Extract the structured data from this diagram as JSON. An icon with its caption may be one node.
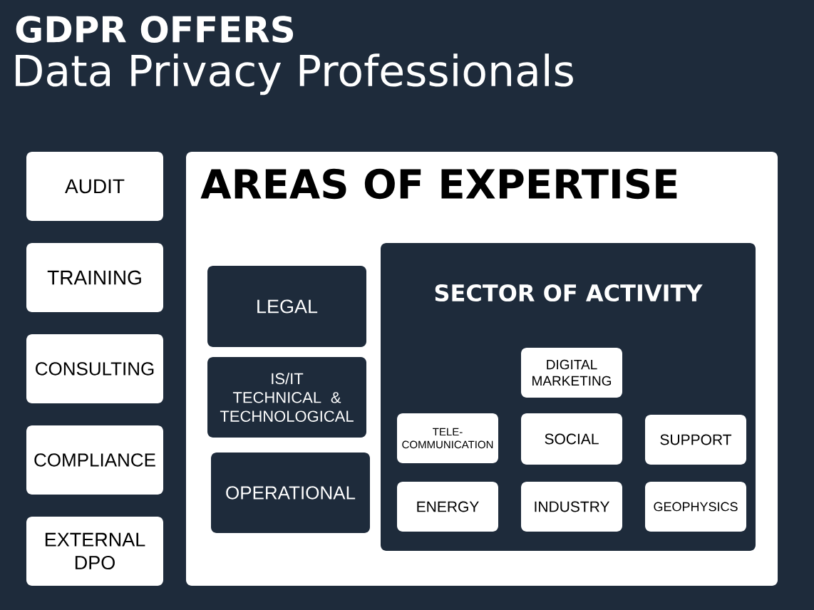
{
  "diagram": {
    "title": "GDPR OFFERS",
    "nodes": [
      {
        "text": [
          "AUDIT"
        ]
      },
      {
        "text": [
          "TRAINING"
        ]
      },
      {
        "text": [
          "CONSULTING"
        ]
      },
      {
        "text": [
          "COMPLIANCE"
        ]
      },
      {
        "text": [
          "EXTERNAL DPO"
        ]
      },
      {
        "text": [
          "AREAS OF EXPERTISE"
        ]
      },
      {
        "text": [
          "LEGAL"
        ],
        "in": 5
      },
      {
        "text": [
          "IS/IT TECHNICAL & TECHNOLOGICAL"
        ],
        "in": 5
      },
      {
        "text": [
          "OPERATIONAL"
        ],
        "in": 5
      },
      {
        "text": [
          "SECTOR OF ACTIVITY"
        ],
        "in": 5
      },
      {
        "text": [
          "DIGITAL MARKETING"
        ],
        "in": 9
      },
      {
        "text": [
          "TELE- COMMUNICATION"
        ],
        "in": 9
      },
      {
        "text": [
          "SOCIAL"
        ],
        "in": 9
      },
      {
        "text": [
          "SUPPORT"
        ],
        "in": 9
      },
      {
        "text": [
          "ENERGY"
        ],
        "in": 9
      },
      {
        "text": [
          "INDUSTRY"
        ],
        "in": 9
      },
      {
        "text": [
          "GEOPHYSICS"
        ],
        "in": 9
      }
    ],
    "labels": [
      "Data Privacy Professionals"
    ]
  }
}
